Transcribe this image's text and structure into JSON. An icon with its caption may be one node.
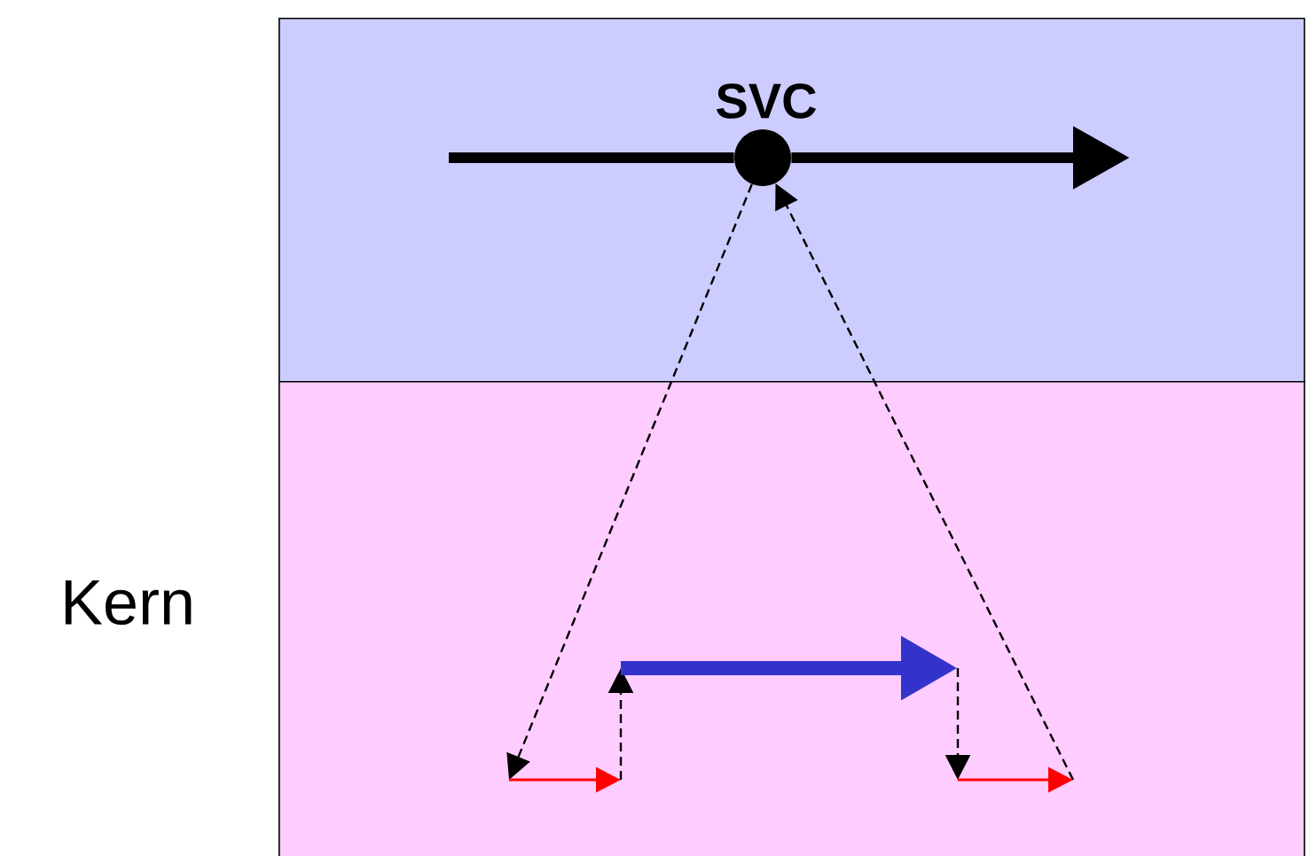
{
  "diagram": {
    "nodes": [
      {
        "text": [],
        "shape": "box"
      },
      {
        "text": [],
        "shape": "box",
        "beside": [
          "Kern"
        ]
      },
      {
        "text": [
          "SVC"
        ],
        "in": 0
      }
    ],
    "edges": [
      {
        "from": null,
        "to": 2,
        "arrow": "none",
        "style": "thick"
      },
      {
        "from": 2,
        "to": null,
        "arrow": "to",
        "style": "thick"
      },
      {
        "from": 2,
        "to": 1,
        "arrow": "to",
        "style": "dashed"
      },
      {
        "from": 1,
        "to": 2,
        "arrow": "to",
        "style": "dashed"
      }
    ]
  }
}
